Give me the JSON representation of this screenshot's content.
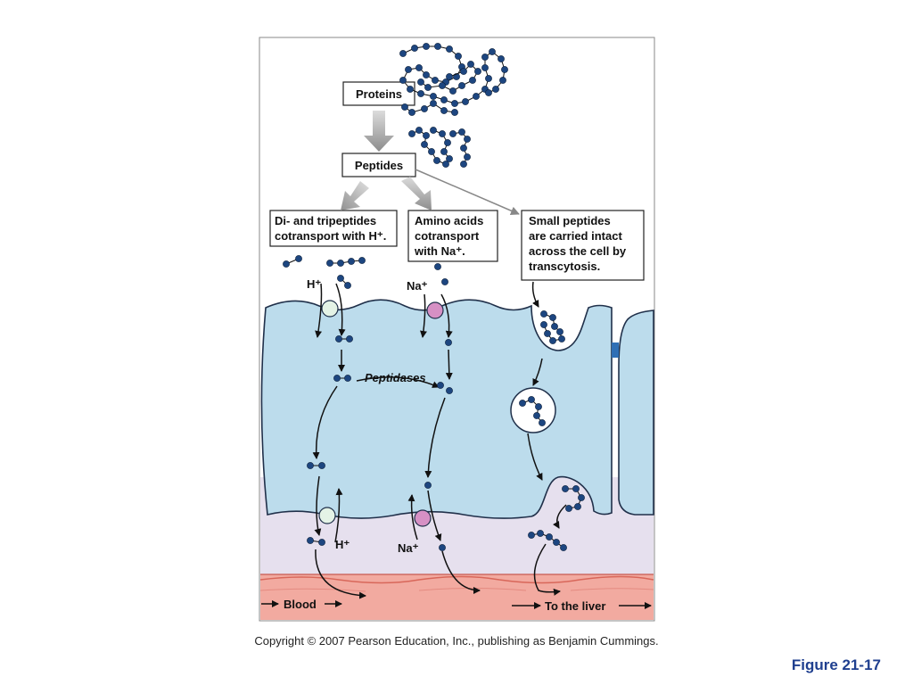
{
  "labels": {
    "proteins": "Proteins",
    "peptides": "Peptides",
    "di_tri": [
      "Di- and tripeptides",
      "cotransport with H⁺."
    ],
    "amino": [
      "Amino acids",
      "cotransport",
      "with Na⁺."
    ],
    "small": [
      "Small peptides",
      "are carried intact",
      "across the cell by",
      "transcytosis."
    ],
    "h_plus": "H⁺",
    "na_plus": "Na⁺",
    "peptidases": "Peptidases",
    "blood": "Blood",
    "liver": "To the liver"
  },
  "colors": {
    "cell": "#bcdcec",
    "interstitial": "#e6e0ee",
    "blood": "#f2aaa0",
    "bead": "#1d4680",
    "h_transporter": "#e4f3e6",
    "na_transporter": "#d690c4",
    "figure_label": "#1f3f8f"
  },
  "copyright": "Copyright © 2007 Pearson Education, Inc., publishing as Benjamin Cummings.",
  "figure_label": "Figure 21-17"
}
